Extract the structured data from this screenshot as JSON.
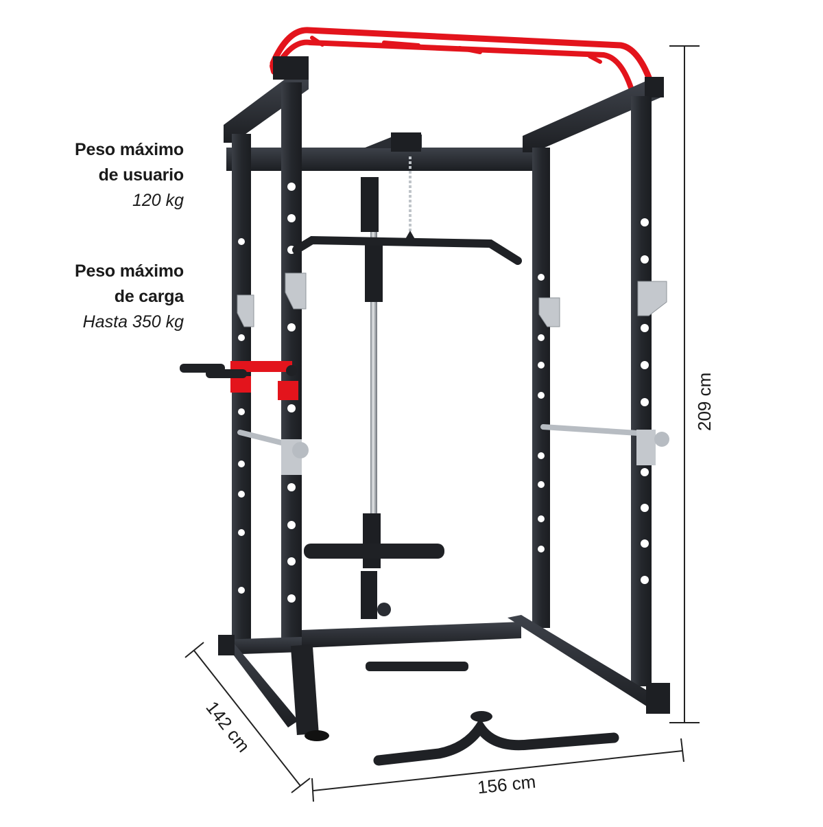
{
  "product": {
    "description": "Power rack / jaula de potencia con polea alta y baja, barras de dominadas rojas, barras de fondos, ganchos J y barras de seguridad",
    "colors": {
      "frame": "#23262b",
      "frame_highlight": "#3a3e45",
      "accent_red": "#e3141c",
      "steel": "#c4c8cd",
      "chrome": "#9aa0a6",
      "background": "#ffffff",
      "dimension_line": "#222222"
    }
  },
  "specs": {
    "max_user_weight": {
      "title_line1": "Peso máximo",
      "title_line2": "de usuario",
      "value": "120 kg"
    },
    "max_load_weight": {
      "title_line1": "Peso máximo",
      "title_line2": "de carga",
      "value": "Hasta 350 kg"
    }
  },
  "dimensions": {
    "height": "209 cm",
    "depth": "142 cm",
    "width": "156 cm"
  }
}
